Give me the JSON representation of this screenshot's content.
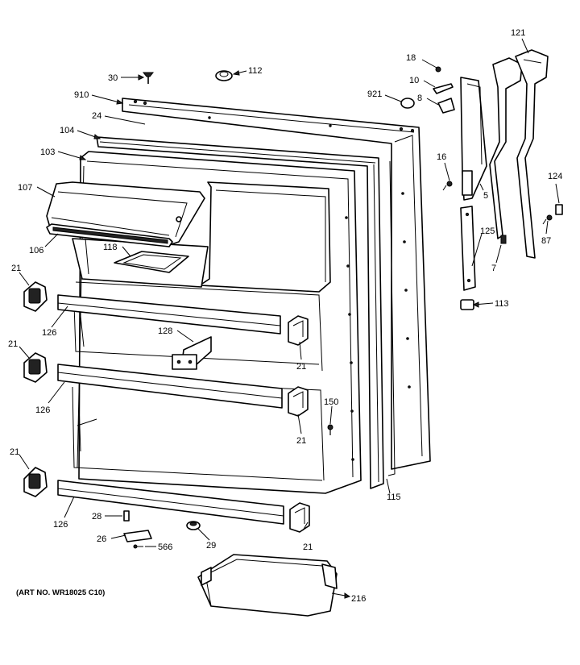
{
  "art_number": "(ART NO. WR18025 C10)",
  "callouts": {
    "p30": "30",
    "p112": "112",
    "p910": "910",
    "p24": "24",
    "p104": "104",
    "p103": "103",
    "p107": "107",
    "p106": "106",
    "p118": "118",
    "p21a": "21",
    "p21b": "21",
    "p21c": "21",
    "p21d": "21",
    "p21e": "21",
    "p21f": "21",
    "p126a": "126",
    "p126b": "126",
    "p126c": "126",
    "p128": "128",
    "p28": "28",
    "p26": "26",
    "p566": "566",
    "p29": "29",
    "p216": "216",
    "p150": "150",
    "p115": "115",
    "p18": "18",
    "p10": "10",
    "p8": "8",
    "p921": "921",
    "p16": "16",
    "p5": "5",
    "p121": "121",
    "p124": "124",
    "p87": "87",
    "p7": "7",
    "p125": "125",
    "p113": "113"
  }
}
